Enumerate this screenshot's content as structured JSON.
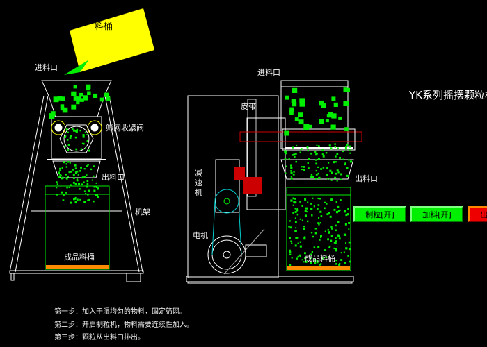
{
  "title": "YK系列摇摆颗粒机",
  "labels": {
    "feed_bucket": "料桶",
    "inlet_left": "进料口",
    "screen_valve": "筛网收紧阀",
    "outlet_left": "出料口",
    "frame": "机架",
    "product_bucket_left": "成品料桶",
    "inlet_right": "进料口",
    "belt": "皮带",
    "reducer": "减速机",
    "motor": "电机",
    "outlet_right": "出料口",
    "product_bucket_right": "成品料桶"
  },
  "buttons": [
    {
      "label": "制粒[开]",
      "state": "on"
    },
    {
      "label": "加料[开]",
      "state": "on"
    },
    {
      "label": "出料[开]",
      "state": "off"
    }
  ],
  "steps": [
    "第一步：加入干湿均匀的物料，固定筛网。",
    "第二步：开启制粒机，物料需要连续性加入。",
    "第三步：颗粒从出料口排出。"
  ],
  "colors": {
    "granule": "#00ee00",
    "bucket": "#ffff00",
    "base": "#ff8c00",
    "line": "#ffffff",
    "belt": "#00cccc",
    "part": "#cc0000"
  }
}
